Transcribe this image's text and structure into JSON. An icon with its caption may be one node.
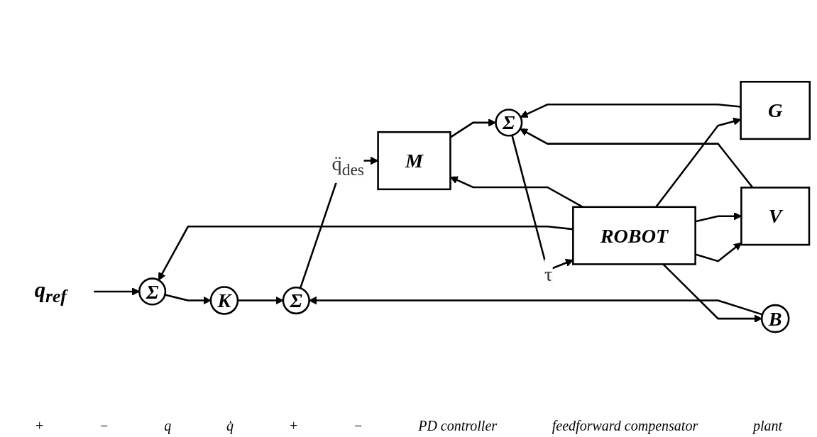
{
  "diagram": {
    "nodes": [
      {
        "text": [
          "q$_{ref}$"
        ]
      },
      {
        "text": [
          "Σ"
        ]
      },
      {
        "text": [
          "K"
        ]
      },
      {
        "text": [
          "B"
        ]
      },
      {
        "text": [
          "Σ"
        ]
      },
      {
        "text": [
          "M"
        ]
      },
      {
        "text": [
          "Σ"
        ]
      },
      {
        "text": [
          "V"
        ]
      },
      {
        "text": [
          "G"
        ]
      },
      {
        "text": [
          "ROBOT"
        ]
      }
    ],
    "edges": [
      {
        "from": 0,
        "to": 1,
        "arrow": "to"
      },
      {
        "from": 1,
        "to": 2,
        "arrow": "to"
      },
      {
        "from": 2,
        "to": 4,
        "arrow": "to"
      },
      {
        "from": 3,
        "to": 4,
        "arrow": "to"
      },
      {
        "from": 4,
        "to": 5,
        "arrow": "to",
        "label": "q̈$_{des}$"
      },
      {
        "from": 5,
        "to": 6,
        "arrow": "to"
      },
      {
        "from": 7,
        "to": 6,
        "arrow": "to"
      },
      {
        "from": 8,
        "to": 6,
        "arrow": "to"
      },
      {
        "from": 6,
        "to": 9,
        "arrow": "to",
        "label": "τ"
      },
      {
        "from": 9,
        "to": 1,
        "arrow": "to"
      },
      {
        "from": 9,
        "to": 5,
        "arrow": "to"
      },
      {
        "from": 9,
        "to": 7,
        "arrow": "to"
      },
      {
        "from": 9,
        "to": 8,
        "arrow": "to"
      },
      {
        "from": 9,
        "to": 3,
        "arrow": "to"
      },
      {
        "from": 9,
        "to": 7,
        "arrow": "to"
      }
    ],
    "labels": [
      "+",
      "−",
      "q",
      "q̇",
      "+",
      "−",
      "PD controller",
      "feedforward compensator",
      "plant"
    ]
  }
}
